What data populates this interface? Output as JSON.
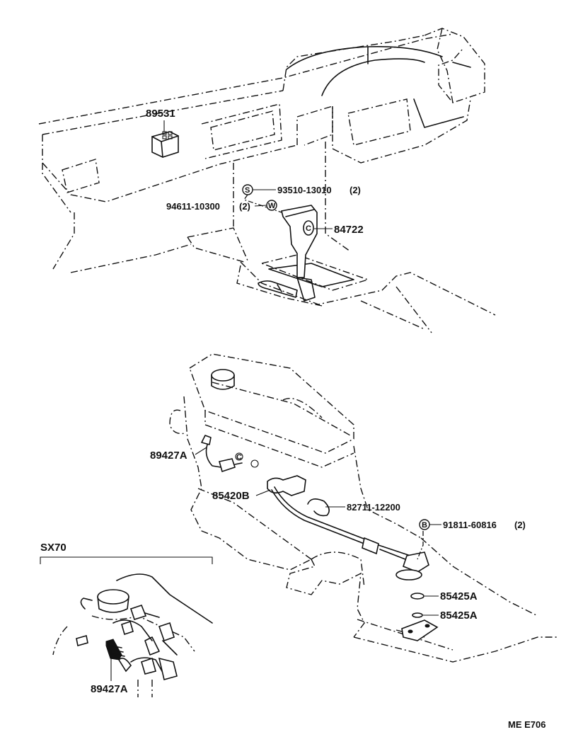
{
  "labels": {
    "p89531": "89531",
    "p93510": "93510-13010",
    "p93510_qty": "(2)",
    "p94611": "94611-10300",
    "p94611_qty": "(2)",
    "p84722": "84722",
    "p89427A_top": "89427A",
    "p85420B": "85420B",
    "p82711": "82711-12200",
    "p91811": "91811-60816",
    "p91811_qty": "(2)",
    "p85425A_1": "85425A",
    "p85425A_2": "85425A",
    "sx70": "SX70",
    "p89427A_inset": "89427A",
    "code": "ME E706"
  },
  "symbols": {
    "s": "S",
    "w": "W",
    "b": "B",
    "c1": "C",
    "c2": "C"
  }
}
